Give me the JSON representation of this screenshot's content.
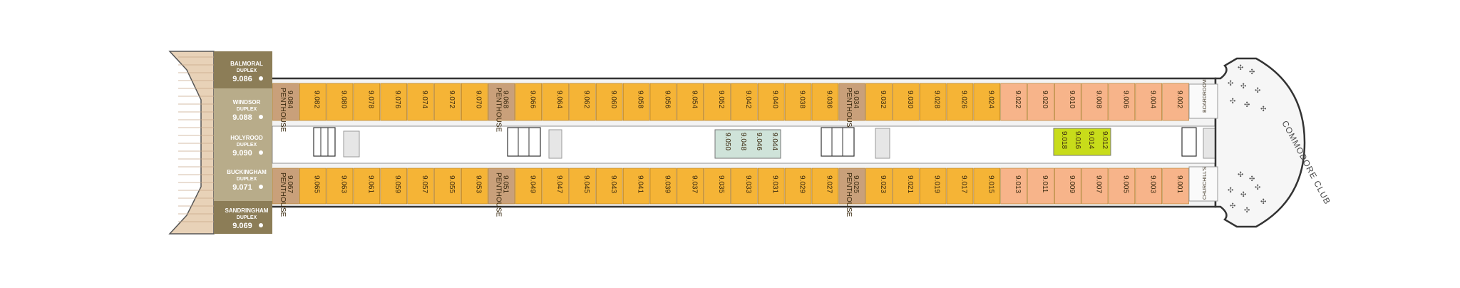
{
  "colors": {
    "penthouse": "#c9a07a",
    "queens_grill": "#f5b436",
    "princess_grill": "#f7b48a",
    "accessible": "#cfe3d9",
    "single": "#c8dc1a",
    "duplex_dark": "#8c7d57",
    "duplex_light": "#b8ac8a",
    "deck_wood": "#e8d2b8"
  },
  "duplexes": [
    {
      "name": "BALMORAL",
      "sub": "DUPLEX",
      "num": "9.086"
    },
    {
      "name": "WINDSOR",
      "sub": "DUPLEX",
      "num": "9.088"
    },
    {
      "name": "HOLYROOD",
      "sub": "DUPLEX",
      "num": "9.090"
    },
    {
      "name": "BUCKINGHAM",
      "sub": "DUPLEX",
      "num": "9.071"
    },
    {
      "name": "SANDRINGHAM",
      "sub": "DUPLEX",
      "num": "9.069"
    }
  ],
  "top_cabins": [
    {
      "num": "9.084",
      "label": "PENTHOUSE",
      "type": "penthouse"
    },
    {
      "num": "9.082",
      "type": "queens_grill"
    },
    {
      "num": "9.080",
      "type": "queens_grill"
    },
    {
      "num": "9.078",
      "type": "queens_grill"
    },
    {
      "num": "9.076",
      "type": "queens_grill"
    },
    {
      "num": "9.074",
      "type": "queens_grill"
    },
    {
      "num": "9.072",
      "type": "queens_grill"
    },
    {
      "num": "9.070",
      "type": "queens_grill"
    },
    {
      "num": "9.068",
      "label": "PENTHOUSE",
      "type": "penthouse"
    },
    {
      "num": "9.066",
      "type": "queens_grill"
    },
    {
      "num": "9.064",
      "type": "queens_grill"
    },
    {
      "num": "9.062",
      "type": "queens_grill"
    },
    {
      "num": "9.060",
      "type": "queens_grill"
    },
    {
      "num": "9.058",
      "type": "queens_grill"
    },
    {
      "num": "9.056",
      "type": "queens_grill"
    },
    {
      "num": "9.054",
      "type": "queens_grill"
    },
    {
      "num": "9.052",
      "type": "queens_grill"
    },
    {
      "num": "9.042",
      "type": "queens_grill"
    },
    {
      "num": "9.040",
      "type": "queens_grill"
    },
    {
      "num": "9.038",
      "type": "queens_grill"
    },
    {
      "num": "9.036",
      "type": "queens_grill"
    },
    {
      "num": "9.034",
      "label": "PENTHOUSE",
      "type": "penthouse"
    },
    {
      "num": "9.032",
      "type": "queens_grill"
    },
    {
      "num": "9.030",
      "type": "queens_grill"
    },
    {
      "num": "9.028",
      "type": "queens_grill"
    },
    {
      "num": "9.026",
      "type": "queens_grill"
    },
    {
      "num": "9.024",
      "type": "queens_grill"
    },
    {
      "num": "9.022",
      "type": "princess_grill"
    },
    {
      "num": "9.020",
      "type": "princess_grill"
    },
    {
      "num": "9.010",
      "type": "princess_grill"
    },
    {
      "num": "9.008",
      "type": "princess_grill"
    },
    {
      "num": "9.006",
      "type": "princess_grill"
    },
    {
      "num": "9.004",
      "type": "princess_grill"
    },
    {
      "num": "9.002",
      "type": "princess_grill"
    }
  ],
  "bottom_cabins": [
    {
      "num": "9.067",
      "label": "PENTHOUSE",
      "type": "penthouse"
    },
    {
      "num": "9.065",
      "type": "queens_grill"
    },
    {
      "num": "9.063",
      "type": "queens_grill"
    },
    {
      "num": "9.061",
      "type": "queens_grill"
    },
    {
      "num": "9.059",
      "type": "queens_grill"
    },
    {
      "num": "9.057",
      "type": "queens_grill"
    },
    {
      "num": "9.055",
      "type": "queens_grill"
    },
    {
      "num": "9.053",
      "type": "queens_grill"
    },
    {
      "num": "9.051",
      "label": "PENTHOUSE",
      "type": "penthouse"
    },
    {
      "num": "9.049",
      "type": "queens_grill"
    },
    {
      "num": "9.047",
      "type": "queens_grill"
    },
    {
      "num": "9.045",
      "type": "queens_grill"
    },
    {
      "num": "9.043",
      "type": "queens_grill"
    },
    {
      "num": "9.041",
      "type": "queens_grill"
    },
    {
      "num": "9.039",
      "type": "queens_grill"
    },
    {
      "num": "9.037",
      "type": "queens_grill"
    },
    {
      "num": "9.035",
      "type": "queens_grill"
    },
    {
      "num": "9.033",
      "type": "queens_grill"
    },
    {
      "num": "9.031",
      "type": "queens_grill"
    },
    {
      "num": "9.029",
      "type": "queens_grill"
    },
    {
      "num": "9.027",
      "type": "queens_grill"
    },
    {
      "num": "9.025",
      "label": "PENTHOUSE",
      "type": "penthouse"
    },
    {
      "num": "9.023",
      "type": "queens_grill"
    },
    {
      "num": "9.021",
      "type": "queens_grill"
    },
    {
      "num": "9.019",
      "type": "queens_grill"
    },
    {
      "num": "9.017",
      "type": "queens_grill"
    },
    {
      "num": "9.015",
      "type": "queens_grill"
    },
    {
      "num": "9.013",
      "type": "princess_grill"
    },
    {
      "num": "9.011",
      "type": "princess_grill"
    },
    {
      "num": "9.009",
      "type": "princess_grill"
    },
    {
      "num": "9.007",
      "type": "princess_grill"
    },
    {
      "num": "9.005",
      "type": "princess_grill"
    },
    {
      "num": "9.003",
      "type": "princess_grill"
    },
    {
      "num": "9.001",
      "type": "princess_grill"
    }
  ],
  "accessible_cabins": [
    "9.050",
    "9.048",
    "9.046",
    "9.044"
  ],
  "single_cabins": [
    "9.018",
    "9.016",
    "9.014",
    "9.012"
  ],
  "venues": {
    "boardroom": "BOARDROOM",
    "churchills": "CHURCHILL'S",
    "commodore_club": "COMMODORE CLUB"
  }
}
